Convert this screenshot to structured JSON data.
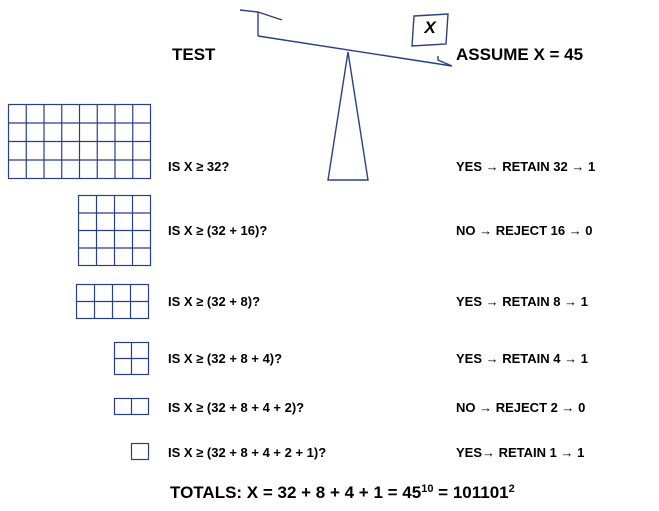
{
  "header": {
    "test_label": "TEST",
    "assume_label": "ASSUME X = 45",
    "weight_label": "X"
  },
  "rows": [
    {
      "test": "IS X ≥ 32?",
      "result": "YES → RETAIN 32 → 1",
      "blocks": 32
    },
    {
      "test": "IS X ≥ (32 + 16)?",
      "result": "NO → REJECT 16 → 0",
      "blocks": 16
    },
    {
      "test": "IS X ≥ (32 + 8)?",
      "result": "YES → RETAIN 8 → 1",
      "blocks": 8
    },
    {
      "test": "IS X ≥ (32 + 8 + 4)?",
      "result": "YES → RETAIN 4 → 1",
      "blocks": 4
    },
    {
      "test": "IS X ≥ (32 + 8 + 4 + 2)?",
      "result": "NO → REJECT 2 → 0",
      "blocks": 2
    },
    {
      "test": "IS X ≥ (32 + 8 + 4 + 2 + 1)?",
      "result": "YES→ RETAIN 1 → 1",
      "blocks": 1
    }
  ],
  "totals": {
    "prefix": "TOTALS: X = 32 + 8 + 4 + 1 = 45",
    "base10": "10",
    "mid": " = 101101",
    "base2": "2"
  },
  "colors": {
    "grid": "#2b3f86",
    "line": "#2b3f86"
  }
}
